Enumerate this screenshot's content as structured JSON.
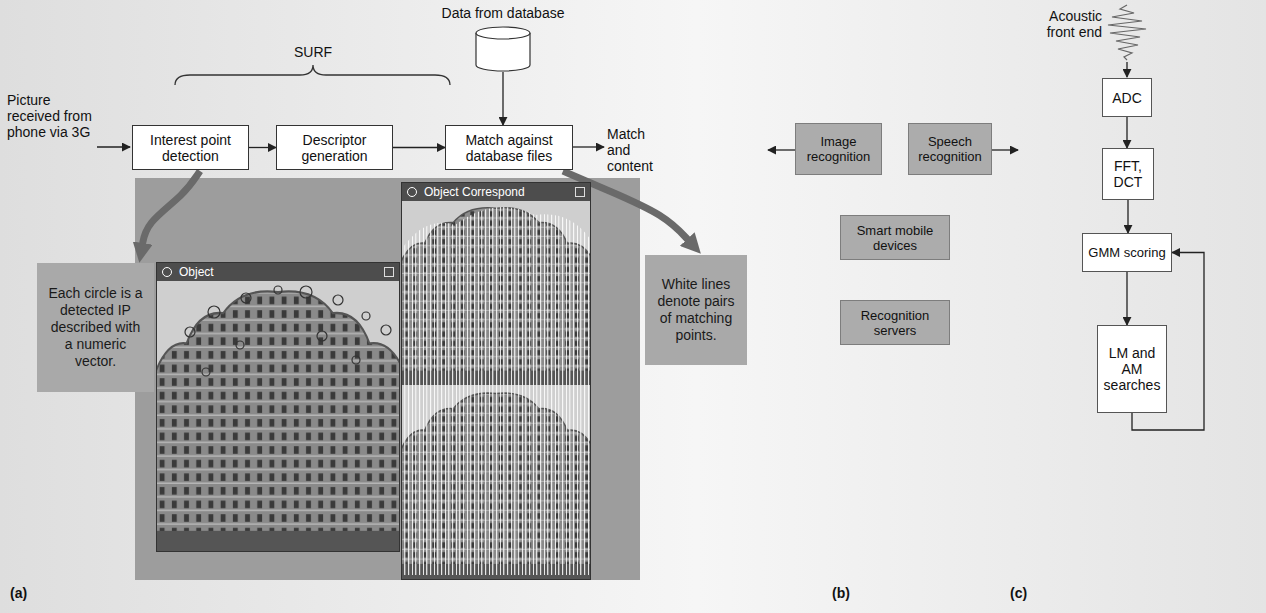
{
  "diagram": {
    "nodes": [
      {
        "text": [
          "Interest point detection"
        ]
      },
      {
        "text": [
          "Descriptor generation"
        ]
      },
      {
        "text": [
          "Data from database"
        ]
      },
      {
        "text": [
          "Match against database files"
        ]
      },
      {
        "text": [
          "Each circle is a detected IP described with a numeric vector."
        ]
      },
      {
        "text": [
          "Object"
        ]
      },
      {
        "text": [
          "Object Correspond"
        ]
      },
      {
        "text": [
          "White lines denote pairs of matching points."
        ]
      },
      {
        "text": [
          "Image recognition"
        ]
      },
      {
        "text": [
          "Speech recognition"
        ]
      },
      {
        "text": [
          "Smart mobile devices"
        ]
      },
      {
        "text": [
          "Recognition servers"
        ]
      },
      {
        "text": [
          "ADC"
        ]
      },
      {
        "text": [
          "FFT, DCT"
        ]
      },
      {
        "text": [
          "GMM scoring"
        ]
      },
      {
        "text": [
          "LM and AM searches"
        ]
      }
    ],
    "edges": [
      {
        "from": 0,
        "to": 1,
        "arrow": "to"
      },
      {
        "from": 1,
        "to": 3,
        "arrow": "to"
      },
      {
        "from": 2,
        "to": 3,
        "arrow": "to"
      },
      {
        "from": 0,
        "to": 4,
        "arrow": "to"
      },
      {
        "from": 3,
        "to": 7,
        "arrow": "to"
      },
      {
        "from": 12,
        "to": 13,
        "arrow": "to"
      },
      {
        "from": 13,
        "to": 14,
        "arrow": "to"
      },
      {
        "from": 14,
        "to": 15,
        "arrow": "to"
      },
      {
        "from": 15,
        "to": 14,
        "arrow": "to"
      }
    ],
    "labels": [
      "SURF",
      "Picture received from phone via 3G",
      "Match and content",
      "Acoustic front end",
      "(a)",
      "(b)",
      "(c)"
    ]
  }
}
